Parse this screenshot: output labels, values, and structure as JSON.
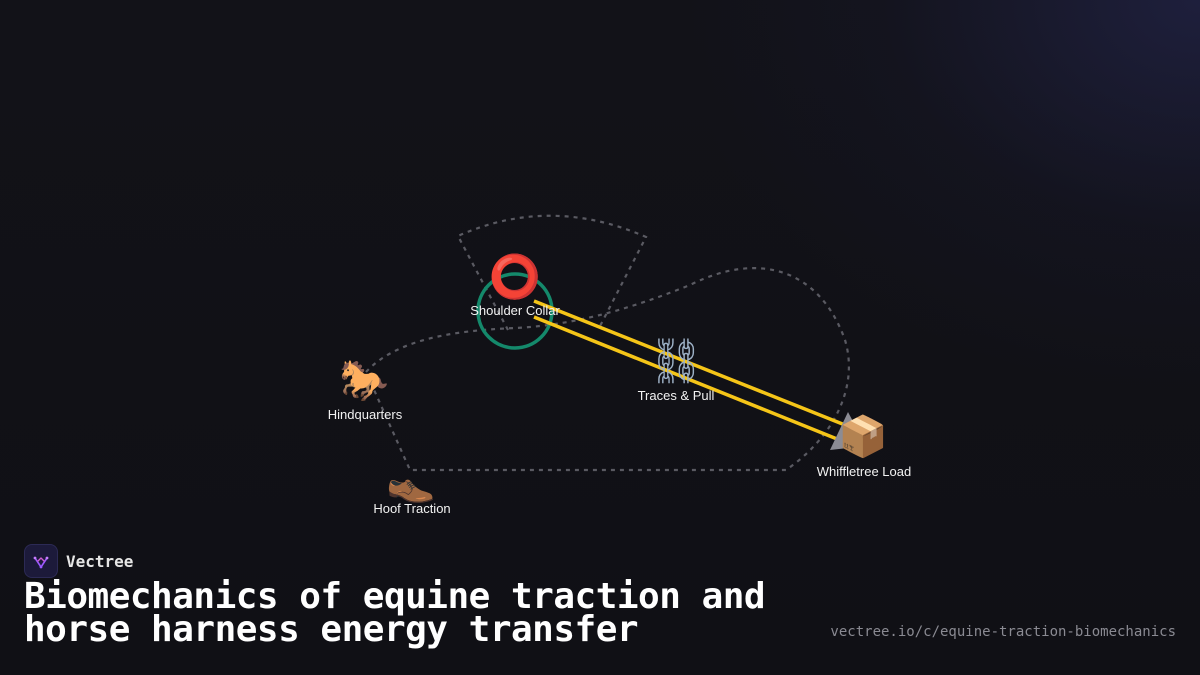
{
  "brand": {
    "name": "Vectree",
    "icon": "vectree-logo-icon"
  },
  "title": "Biomechanics of equine traction and horse harness energy transfer",
  "url": "vectree.io/c/equine-traction-biomechanics",
  "colors": {
    "background": "#111116",
    "dashed_path": "#5a5a62",
    "force_lines": "#f5c518",
    "collar_ring": "#14896b",
    "label_text": "#f2f2f2",
    "accent": "#9b59ff"
  },
  "diagram": {
    "nodes": [
      {
        "id": "shoulder-collar",
        "label": "Shoulder Collar",
        "icon": "ring-icon",
        "glyph": "⭕"
      },
      {
        "id": "hindquarters",
        "label": "Hindquarters",
        "icon": "horse-icon",
        "glyph": "🐎"
      },
      {
        "id": "traces-pull",
        "label": "Traces & Pull",
        "icon": "chain-icon",
        "glyph": "⛓"
      },
      {
        "id": "hoof-traction",
        "label": "Hoof Traction",
        "icon": "shoe-icon",
        "glyph": "👞"
      },
      {
        "id": "whiffletree-load",
        "label": "Whiffletree Load",
        "icon": "package-icon",
        "glyph": "📦"
      }
    ]
  }
}
